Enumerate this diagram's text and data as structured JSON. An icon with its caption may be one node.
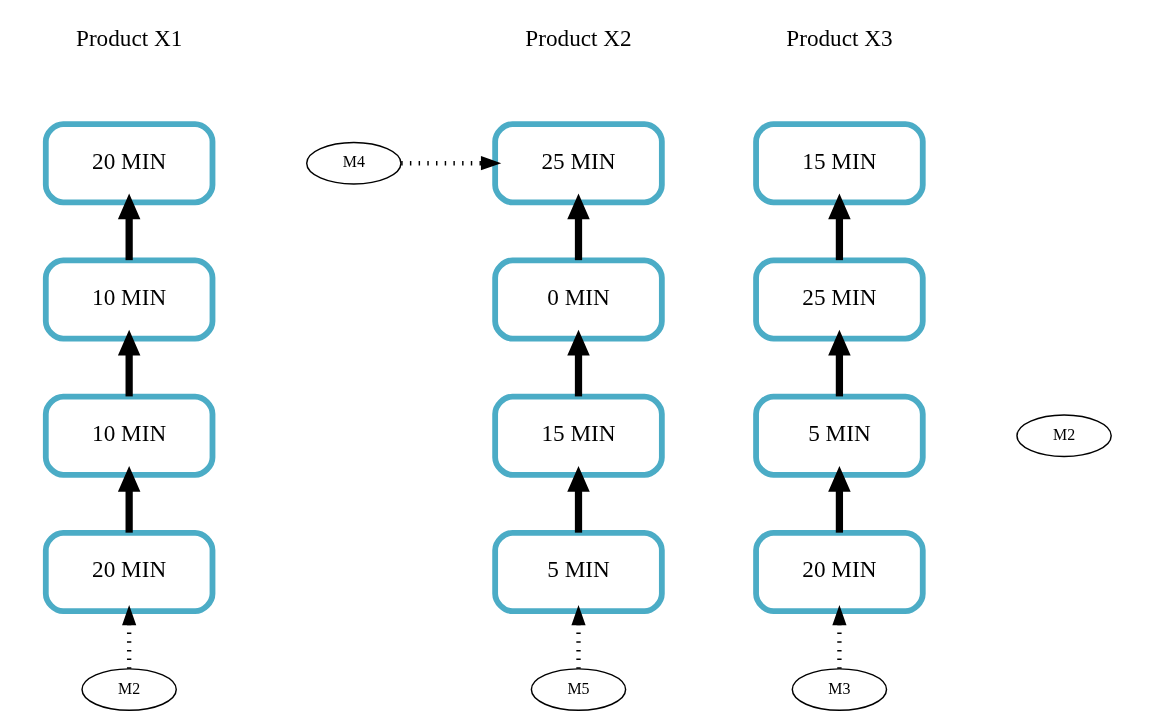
{
  "diagram": {
    "nodes": [
      {
        "text": [
          "20 MIN"
        ]
      },
      {
        "text": [
          "10 MIN"
        ]
      },
      {
        "text": [
          "10 MIN"
        ]
      },
      {
        "text": [
          "20 MIN"
        ]
      },
      {
        "text": [
          "M2"
        ]
      },
      {
        "text": [
          "M4"
        ]
      },
      {
        "text": [
          "25 MIN"
        ]
      },
      {
        "text": [
          "0 MIN"
        ]
      },
      {
        "text": [
          "15 MIN"
        ]
      },
      {
        "text": [
          "5 MIN"
        ]
      },
      {
        "text": [
          "M5"
        ]
      },
      {
        "text": [
          "15 MIN"
        ]
      },
      {
        "text": [
          "25 MIN"
        ]
      },
      {
        "text": [
          "5 MIN"
        ]
      },
      {
        "text": [
          "20 MIN"
        ]
      },
      {
        "text": [
          "M3"
        ]
      },
      {
        "text": [
          "M2"
        ]
      }
    ],
    "edges": [
      {
        "from": 3,
        "to": 2,
        "arrow": "to"
      },
      {
        "from": 2,
        "to": 1,
        "arrow": "to"
      },
      {
        "from": 1,
        "to": 0,
        "arrow": "to"
      },
      {
        "from": 4,
        "to": 3,
        "arrow": "to",
        "style": "dashed"
      },
      {
        "from": 5,
        "to": 6,
        "arrow": "to",
        "style": "dashed"
      },
      {
        "from": 9,
        "to": 8,
        "arrow": "to"
      },
      {
        "from": 8,
        "to": 7,
        "arrow": "to"
      },
      {
        "from": 7,
        "to": 6,
        "arrow": "to"
      },
      {
        "from": 10,
        "to": 9,
        "arrow": "to",
        "style": "dashed"
      },
      {
        "from": 14,
        "to": 13,
        "arrow": "to"
      },
      {
        "from": 13,
        "to": 12,
        "arrow": "to"
      },
      {
        "from": 12,
        "to": 11,
        "arrow": "to"
      },
      {
        "from": 15,
        "to": 14,
        "arrow": "to",
        "style": "dashed"
      }
    ],
    "labels": [
      "Product X1",
      "Product X2",
      "Product X3"
    ]
  }
}
